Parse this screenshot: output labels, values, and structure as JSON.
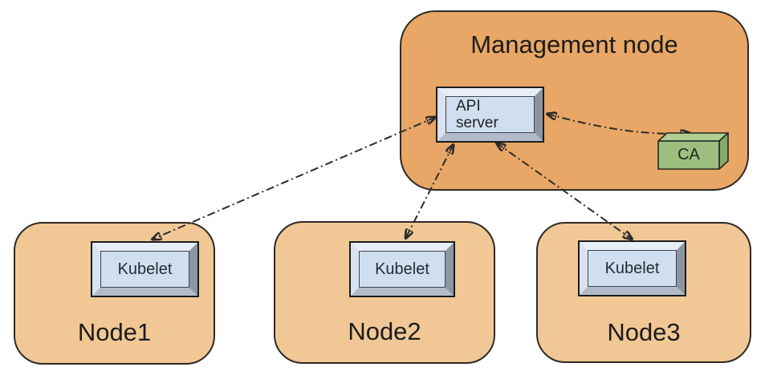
{
  "diagram": {
    "management_node": {
      "label": "Management node"
    },
    "api_server": {
      "line1": "API",
      "line2": "server"
    },
    "ca": {
      "label": "CA"
    },
    "nodes": [
      {
        "label": "Node1",
        "component": "Kubelet"
      },
      {
        "label": "Node2",
        "component": "Kubelet"
      },
      {
        "label": "Node3",
        "component": "Kubelet"
      }
    ],
    "connections": [
      {
        "from": "API server",
        "to": "Kubelet (Node1)",
        "style": "dash-dot",
        "bidirectional": true
      },
      {
        "from": "API server",
        "to": "Kubelet (Node2)",
        "style": "dash-dot",
        "bidirectional": true
      },
      {
        "from": "API server",
        "to": "Kubelet (Node3)",
        "style": "dash-dot",
        "bidirectional": true
      },
      {
        "from": "API server",
        "to": "CA",
        "style": "dash-dot",
        "bidirectional": true
      }
    ],
    "colors": {
      "management_fill": "#e8a766",
      "worker_fill": "#f1c895",
      "component_face": "#cfdff0",
      "ca_front": "#9cbe7f",
      "ca_top": "#aecf92",
      "ca_side": "#85a968",
      "line": "#2b2b2b"
    }
  }
}
